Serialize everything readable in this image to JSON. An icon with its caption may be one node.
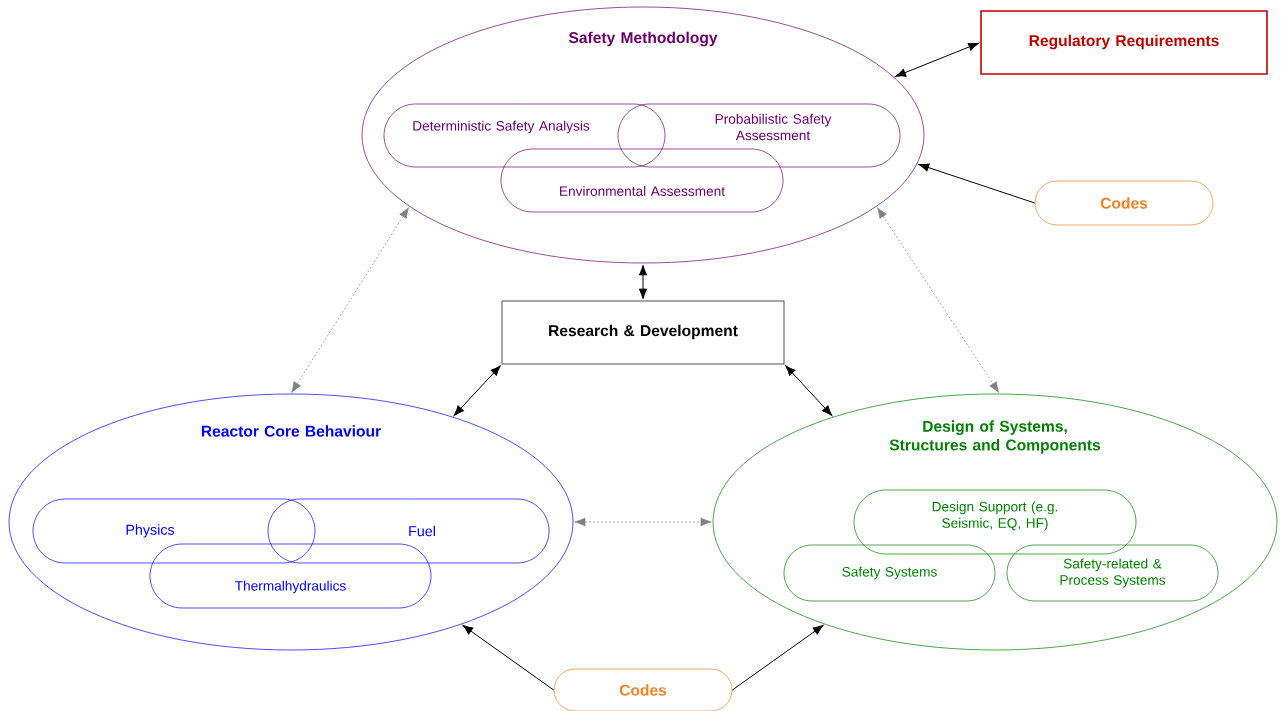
{
  "diagram": {
    "nodes": [
      {
        "text": [
          "Safety Methodology"
        ]
      },
      {
        "text": [
          "Deterministic Safety Analysis"
        ],
        "in": 0
      },
      {
        "text": [
          "Probabilistic Safety Assessment"
        ],
        "in": 0
      },
      {
        "text": [
          "Environmental Assessment"
        ],
        "in": 0
      },
      {
        "text": [
          "Regulatory Requirements"
        ]
      },
      {
        "text": [
          "Codes"
        ]
      },
      {
        "text": [
          "Research & Development"
        ]
      },
      {
        "text": [
          "Reactor Core Behaviour"
        ]
      },
      {
        "text": [
          "Physics"
        ],
        "in": 7
      },
      {
        "text": [
          "Fuel"
        ],
        "in": 7
      },
      {
        "text": [
          "Thermalhydraulics"
        ],
        "in": 7
      },
      {
        "text": [
          "Design of Systems, Structures and Components"
        ]
      },
      {
        "text": [
          "Design Support (e.g. Seismic, EQ, HF)"
        ],
        "in": 11
      },
      {
        "text": [
          "Safety Systems"
        ],
        "in": 11
      },
      {
        "text": [
          "Safety-related & Process Systems"
        ],
        "in": 11
      },
      {
        "text": [
          "Codes"
        ]
      }
    ],
    "edges": [
      {
        "from": 0,
        "to": 4,
        "arrow": "both"
      },
      {
        "from": 5,
        "to": 0,
        "arrow": "to"
      },
      {
        "from": 0,
        "to": 6,
        "arrow": "both"
      },
      {
        "from": 6,
        "to": 7,
        "arrow": "both"
      },
      {
        "from": 6,
        "to": 11,
        "arrow": "both"
      },
      {
        "from": 0,
        "to": 7,
        "arrow": "both",
        "style": "dashed",
        "color": "#808080"
      },
      {
        "from": 0,
        "to": 11,
        "arrow": "both",
        "style": "dashed",
        "color": "#808080"
      },
      {
        "from": 7,
        "to": 11,
        "arrow": "both",
        "style": "dashed",
        "color": "#808080"
      },
      {
        "from": 15,
        "to": 7,
        "arrow": "to"
      },
      {
        "from": 15,
        "to": 11,
        "arrow": "to"
      }
    ]
  }
}
